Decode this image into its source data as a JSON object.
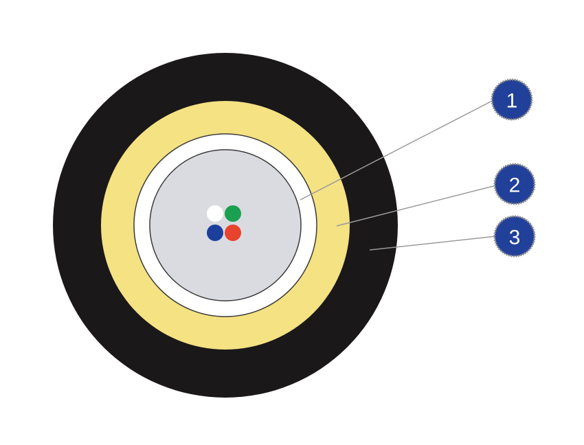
{
  "colors": {
    "background": "#ffffff",
    "outer_jacket": "#1b1819",
    "yarn_layer": "#f4e283",
    "tube_wall": "#ffffff",
    "tube_outline": "#3a3a3a",
    "gel_core": "#d9dbe0",
    "leader_line": "#9a9a9a",
    "callout_fill": "#21409a",
    "callout_border": "#8c8c8c",
    "callout_text": "#ffffff"
  },
  "fibers": [
    {
      "color": "#ffffff",
      "name": "white-fiber"
    },
    {
      "color": "#1aa050",
      "name": "green-fiber"
    },
    {
      "color": "#1c3f9c",
      "name": "blue-fiber"
    },
    {
      "color": "#e8432c",
      "name": "red-fiber"
    }
  ],
  "callouts": [
    {
      "label": "1"
    },
    {
      "label": "2"
    },
    {
      "label": "3"
    }
  ]
}
